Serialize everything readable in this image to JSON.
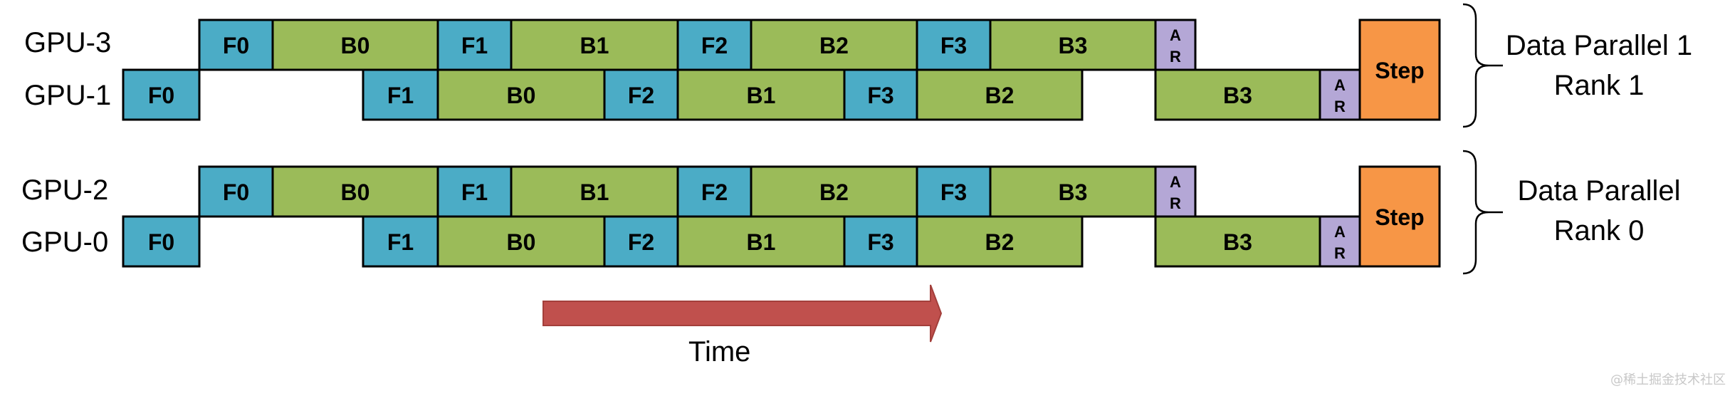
{
  "colors": {
    "forward": "#4bacc6",
    "backward": "#9bbb59",
    "allreduce": "#b4a7d6",
    "step": "#f79646",
    "arrow": "#c0504d",
    "outline": "#000000"
  },
  "groups": [
    {
      "label_line1": "Data Parallel 1",
      "label_line2": "Rank 1",
      "step_label": "Step",
      "rows": [
        {
          "gpu": "GPU-3",
          "blocks": [
            {
              "kind": "forward",
              "label": "F0"
            },
            {
              "kind": "backward",
              "label": "B0"
            },
            {
              "kind": "forward",
              "label": "F1"
            },
            {
              "kind": "backward",
              "label": "B1"
            },
            {
              "kind": "forward",
              "label": "F2"
            },
            {
              "kind": "backward",
              "label": "B2"
            },
            {
              "kind": "forward",
              "label": "F3"
            },
            {
              "kind": "backward",
              "label": "B3"
            },
            {
              "kind": "allreduce",
              "label_top": "A",
              "label_bottom": "R"
            }
          ]
        },
        {
          "gpu": "GPU-1",
          "blocks": [
            {
              "kind": "forward",
              "label": "F0"
            },
            {
              "kind": "forward",
              "label": "F1"
            },
            {
              "kind": "backward",
              "label": "B0"
            },
            {
              "kind": "forward",
              "label": "F2"
            },
            {
              "kind": "backward",
              "label": "B1"
            },
            {
              "kind": "forward",
              "label": "F3"
            },
            {
              "kind": "backward",
              "label": "B2"
            },
            {
              "kind": "backward",
              "label": "B3"
            },
            {
              "kind": "allreduce",
              "label_top": "A",
              "label_bottom": "R"
            }
          ]
        }
      ]
    },
    {
      "label_line1": "Data Parallel",
      "label_line2": "Rank 0",
      "step_label": "Step",
      "rows": [
        {
          "gpu": "GPU-2",
          "blocks": [
            {
              "kind": "forward",
              "label": "F0"
            },
            {
              "kind": "backward",
              "label": "B0"
            },
            {
              "kind": "forward",
              "label": "F1"
            },
            {
              "kind": "backward",
              "label": "B1"
            },
            {
              "kind": "forward",
              "label": "F2"
            },
            {
              "kind": "backward",
              "label": "B2"
            },
            {
              "kind": "forward",
              "label": "F3"
            },
            {
              "kind": "backward",
              "label": "B3"
            },
            {
              "kind": "allreduce",
              "label_top": "A",
              "label_bottom": "R"
            }
          ]
        },
        {
          "gpu": "GPU-0",
          "blocks": [
            {
              "kind": "forward",
              "label": "F0"
            },
            {
              "kind": "forward",
              "label": "F1"
            },
            {
              "kind": "backward",
              "label": "B0"
            },
            {
              "kind": "forward",
              "label": "F2"
            },
            {
              "kind": "backward",
              "label": "B1"
            },
            {
              "kind": "forward",
              "label": "F3"
            },
            {
              "kind": "backward",
              "label": "B2"
            },
            {
              "kind": "backward",
              "label": "B3"
            },
            {
              "kind": "allreduce",
              "label_top": "A",
              "label_bottom": "R"
            }
          ]
        }
      ]
    }
  ],
  "time_label": "Time",
  "watermark": "@稀土掘金技术社区"
}
